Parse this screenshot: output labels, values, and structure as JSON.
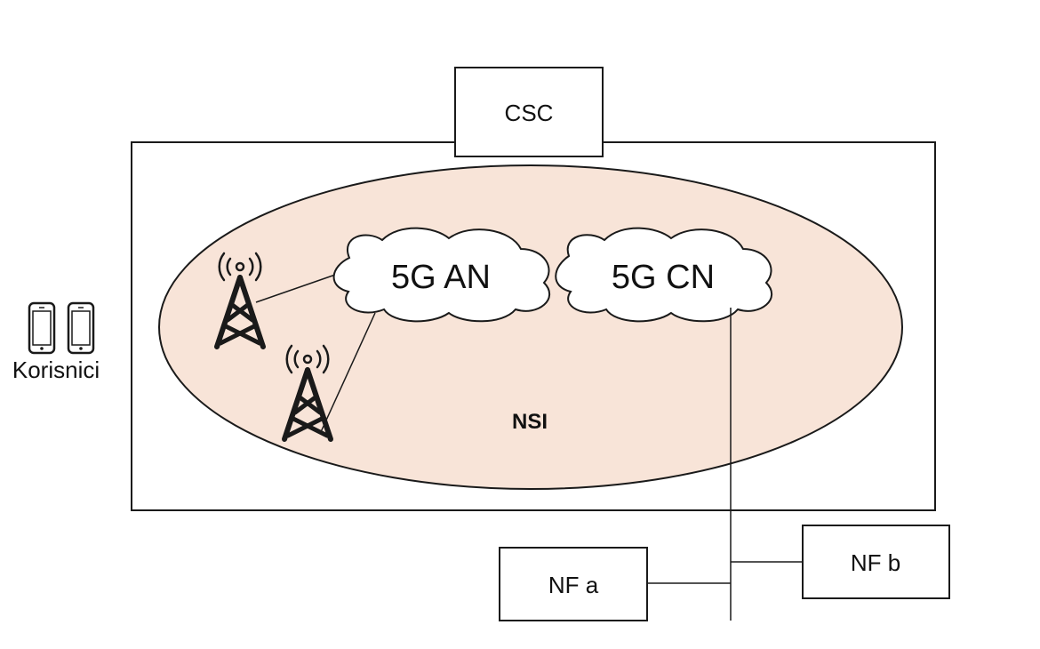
{
  "diagram": {
    "csc_label": "CSC",
    "nsi_label": "NSI",
    "an_label": "5G AN",
    "cn_label": "5G CN",
    "users_label": "Korisnici",
    "nf_a_label": "NF a",
    "nf_b_label": "NF b"
  },
  "colors": {
    "nsi_fill": "#f8e4d8",
    "stroke": "#1a1a1a",
    "background": "#ffffff"
  },
  "icons": [
    "radio-tower-icon",
    "smartphone-icon",
    "cloud-shape"
  ]
}
